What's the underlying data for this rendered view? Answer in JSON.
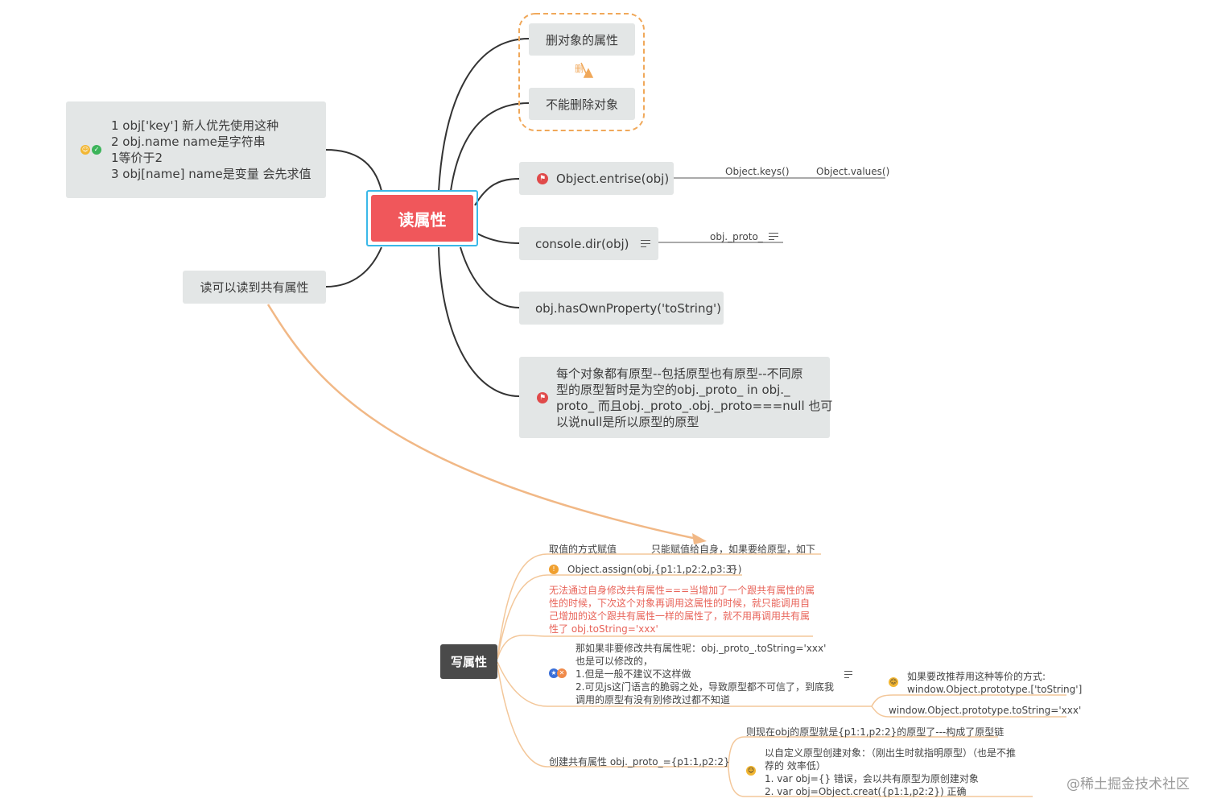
{
  "read": {
    "center": "读属性",
    "delete_title": "删对象的属性",
    "delete_relation": "删",
    "cannot_delete": "不能删除对象",
    "ways_lines": [
      "1 obj['key']   新人优先使用这种",
      "2 obj.name    name是字符串",
      "1等价于2",
      "3 obj[name]   name是变量 会先求值"
    ],
    "shared_read": "读可以读到共有属性",
    "entries": "Object.entrise(obj)",
    "entries_children": [
      "Object.keys()",
      "Object.values()"
    ],
    "console_dir": "console.dir(obj)",
    "console_child": "obj._proto_",
    "has_own": "obj.hasOwnProperty('toString')",
    "proto_lines": [
      "每个对象都有原型--包括原型也有原型--不同原",
      "型的原型暂时是为空的obj._proto_ in obj._",
      "proto_ 而且obj._proto_.obj._proto===null 也可",
      "以说null是所以原型的原型"
    ]
  },
  "write": {
    "center": "写属性",
    "assign_way": "取值的方式赋值",
    "assign_way_child": "只能赋值给自身，如果要给原型，如下",
    "object_assign": "Object.assign(obj,{p1:1,p2:2,p3:3})",
    "warning_lines": [
      "无法通过自身修改共有属性===当增加了一个跟共有属性的属",
      "性的时候，下次这个对象再调用这属性的时候，就只能调用自",
      "己增加的这个跟共有属性一样的属性了，就不用再调用共有属",
      "性了 obj.toString='xxx'"
    ],
    "modify_lines": [
      "那如果非要修改共有属性呢：obj._proto_.toString='xxx'",
      "也是可以修改的，",
      "1.但是一般不建议不这样做",
      "2.可见js这门语言的脆弱之处，导致原型都不可信了，到底我",
      "调用的原型有没有别修改过都不知道"
    ],
    "recommend_lines": [
      "如果要改推荐用这种等价的方式:",
      "window.Object.prototype.['toString']"
    ],
    "recommend_alt": "window.Object.prototype.toString='xxx'",
    "create_shared": "创建共有属性 obj._proto_={p1:1,p2:2}",
    "chain_note": "则现在obj的原型就是{p1:1,p2:2}的原型了---构成了原型链",
    "custom_lines": [
      "以自定义原型创建对象：（刚出生时就指明原型）（也是不推",
      "荐的 效率低）",
      "1. var obj={} 错误，会以共有原型为原创建对象",
      "2. var obj=Object.creat({p1:1,p2:2}) 正确"
    ]
  },
  "watermark": "@稀土掘金技术社区",
  "icon_names": [
    "smile-icon",
    "check-icon",
    "flag-icon",
    "note-icon",
    "info-icon",
    "star-icon",
    "laugh-icon",
    "grin-icon"
  ],
  "colors": {
    "center_fill": "#f0575b",
    "center_border": "#3ab8e8",
    "node_fill": "#e3e6e6",
    "dashed_orange": "#f0a85a",
    "write_center": "#4a4a4a",
    "write_line": "#f3c79a",
    "warning_text": "#e8645a"
  }
}
